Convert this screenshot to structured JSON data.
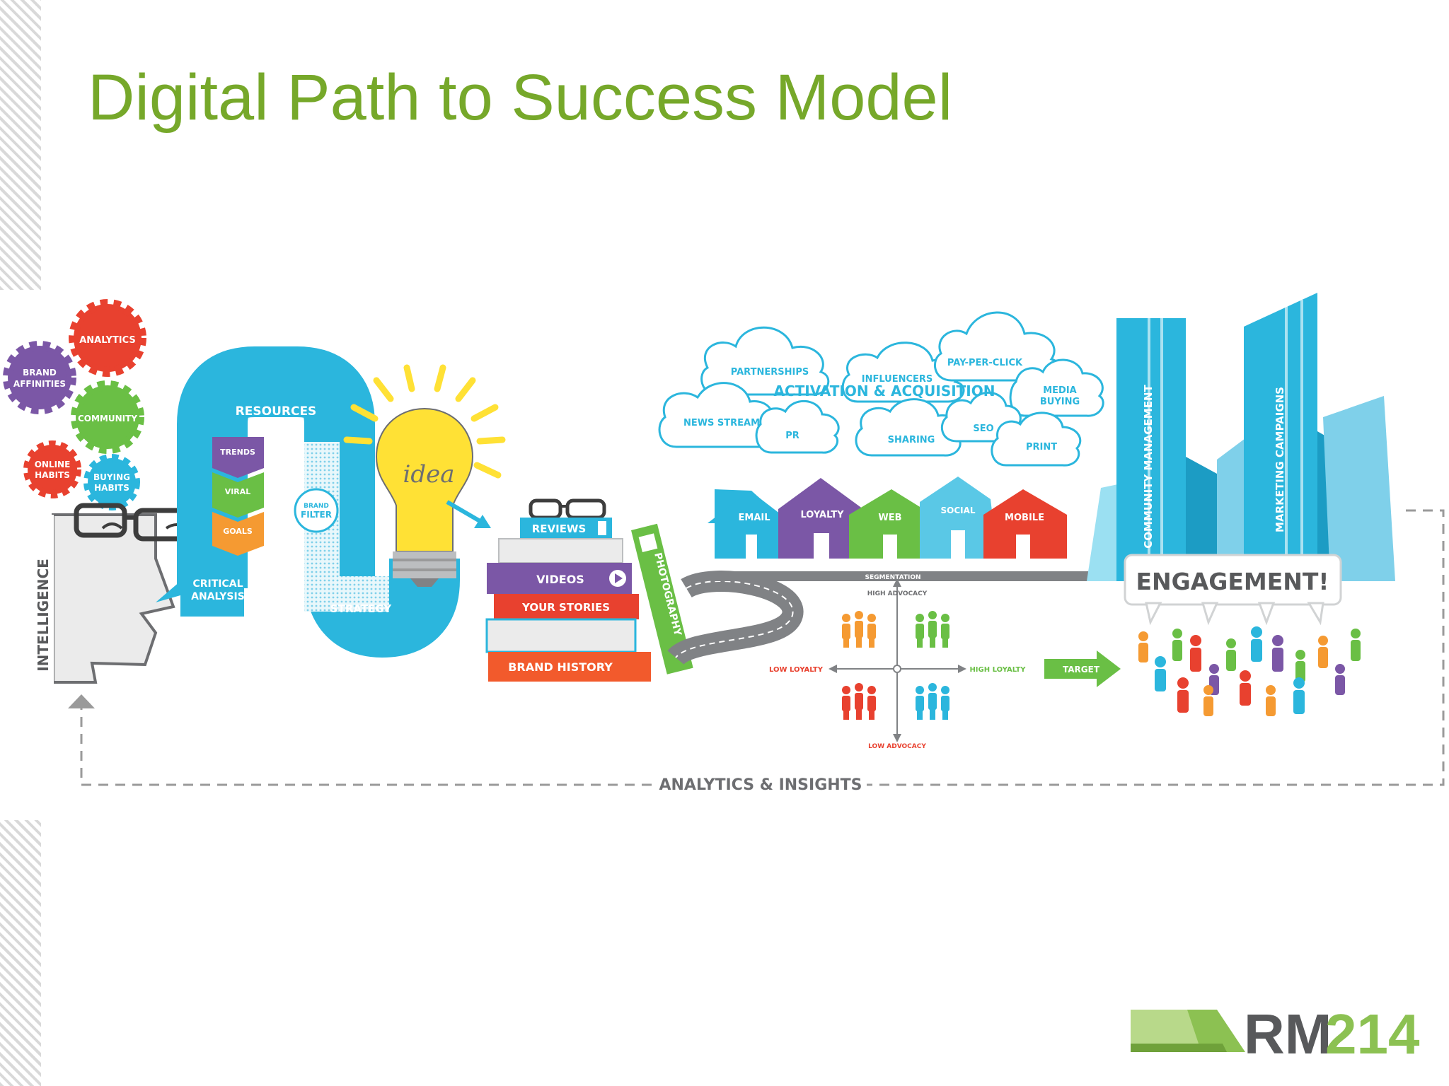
{
  "slide": {
    "title": "Digital Path to Success Model"
  },
  "gears": {
    "analytics": "ANALYTICS",
    "brand_affinities_1": "BRAND",
    "brand_affinities_2": "AFFINITIES",
    "community": "COMMUNITY",
    "online_habits_1": "ONLINE",
    "online_habits_2": "HABITS",
    "buying_habits_1": "BUYING",
    "buying_habits_2": "HABITS"
  },
  "head": {
    "intelligence": "INTELLIGENCE",
    "critical_analysis_1": "CRITICAL",
    "critical_analysis_2": "ANALYSIS"
  },
  "pipe": {
    "resources": "RESOURCES",
    "trends": "TRENDS",
    "viral": "VIRAL",
    "goals": "GOALS",
    "brand_filter_1": "BRAND",
    "brand_filter_2": "FILTER",
    "strategy": "STRATEGY",
    "idea": "idea"
  },
  "books": {
    "reviews": "REVIEWS",
    "videos": "VIDEOS",
    "your_stories": "YOUR STORIES",
    "brand_history": "BRAND HISTORY",
    "photography": "PHOTOGRAPHY"
  },
  "clouds": {
    "partnerships": "PARTNERSHIPS",
    "influencers": "INFLUENCERS",
    "pay_per_click": "PAY-PER-CLICK",
    "activation": "ACTIVATION & ACQUISITION",
    "media_buying_1": "MEDIA",
    "media_buying_2": "BUYING",
    "news_stream": "NEWS STREAM",
    "pr": "PR",
    "sharing": "SHARING",
    "seo": "SEO",
    "print": "PRINT"
  },
  "houses": {
    "email": "EMAIL",
    "loyalty": "LOYALTY",
    "web": "WEB",
    "social": "SOCIAL",
    "mobile": "MOBILE",
    "segmentation": "SEGMENTATION"
  },
  "matrix": {
    "high_advocacy": "HIGH ADVOCACY",
    "low_advocacy": "LOW ADVOCACY",
    "low_loyalty": "LOW LOYALTY",
    "high_loyalty": "HIGH LOYALTY",
    "target": "TARGET"
  },
  "buildings": {
    "community_management": "COMMUNITY MANAGEMENT",
    "marketing_campaigns": "MARKETING CAMPAIGNS",
    "engagement": "ENGAGEMENT!"
  },
  "loop": {
    "analytics_insights": "ANALYTICS & INSIGHTS"
  },
  "logo": {
    "text_rm": "RM",
    "text_num": "214"
  },
  "colors": {
    "title_green": "#76a82a",
    "red": "#e8412f",
    "purple": "#7b57a6",
    "green": "#6abf45",
    "cyan": "#2bb6dd",
    "orange": "#f59a32",
    "yellow": "#ffe135",
    "grey": "#808285"
  }
}
